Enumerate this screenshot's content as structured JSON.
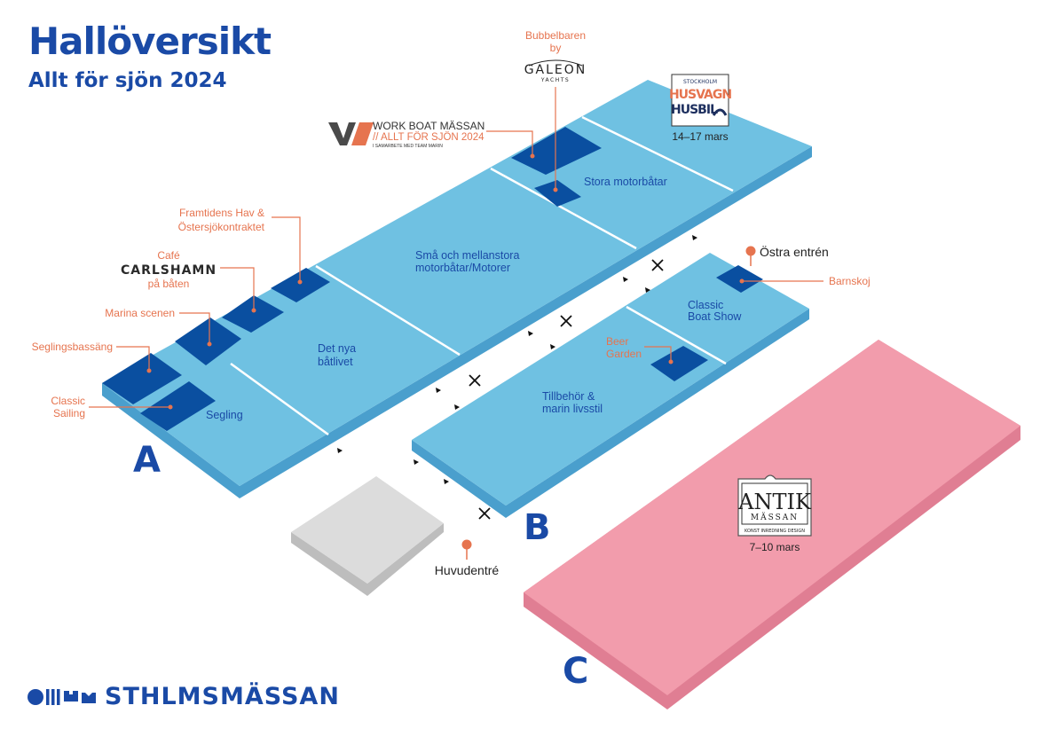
{
  "header": {
    "title": "Hallöversikt",
    "subtitle": "Allt för sjön 2024"
  },
  "colors": {
    "hall_ab_top": "#6fc1e2",
    "hall_ab_side": "#4a9fcd",
    "booth": "#0a4fa0",
    "hall_c_top": "#f29cac",
    "hall_c_side": "#e07e93",
    "entrance_top": "#dcdcdc",
    "accent": "#e6744f",
    "brand": "#1a4aa6"
  },
  "halls": {
    "a": "A",
    "b": "B",
    "c": "C"
  },
  "zones": {
    "segling": "Segling",
    "det_nya_1": "Det nya",
    "det_nya_2": "båtlivet",
    "sma_1": "Små och mellanstora",
    "sma_2": "motorbåtar/Motorer",
    "stora": "Stora motorbåtar",
    "tillbehor_1": "Tillbehör &",
    "tillbehor_2": "marin livsstil",
    "classic_1": "Classic",
    "classic_2": "Boat Show"
  },
  "callouts": {
    "framtidens_1": "Framtidens Hav &",
    "framtidens_2": "Östersjökontraktet",
    "cafe": "Café",
    "carlshamn": "CARLSHAMN",
    "pa_baten": "på båten",
    "marina": "Marina scenen",
    "seglingsbassang": "Seglingsbassäng",
    "classic_sailing_1": "Classic",
    "classic_sailing_2": "Sailing",
    "bubbel_1": "Bubbelbaren",
    "bubbel_2": "by",
    "beer_1": "Beer",
    "beer_2": "Garden",
    "barnskoj": "Barnskoj"
  },
  "logos": {
    "galeon": "GALEON",
    "galeon_sub": "YACHTS",
    "workboat_1": "WORK BOAT MÄSSAN",
    "workboat_2": "// ALLT FÖR SJÖN 2024",
    "workboat_3": "I SAMARBETE MED TEAM MARIN",
    "husvagn_1": "STOCKHOLM",
    "husvagn_2": "HUSVAGN",
    "husvagn_3": "HUSBIL",
    "antik_1": "ANTIK",
    "antik_2": "MÄSSAN",
    "antik_3": "KONST  INREDNING  DESIGN"
  },
  "dates": {
    "husvagn": "14–17 mars",
    "antik": "7–10 mars"
  },
  "entrances": {
    "main": "Huvudentré",
    "east": "Östra entrén"
  },
  "footer": {
    "brand": "STHLMSMÄSSAN"
  }
}
